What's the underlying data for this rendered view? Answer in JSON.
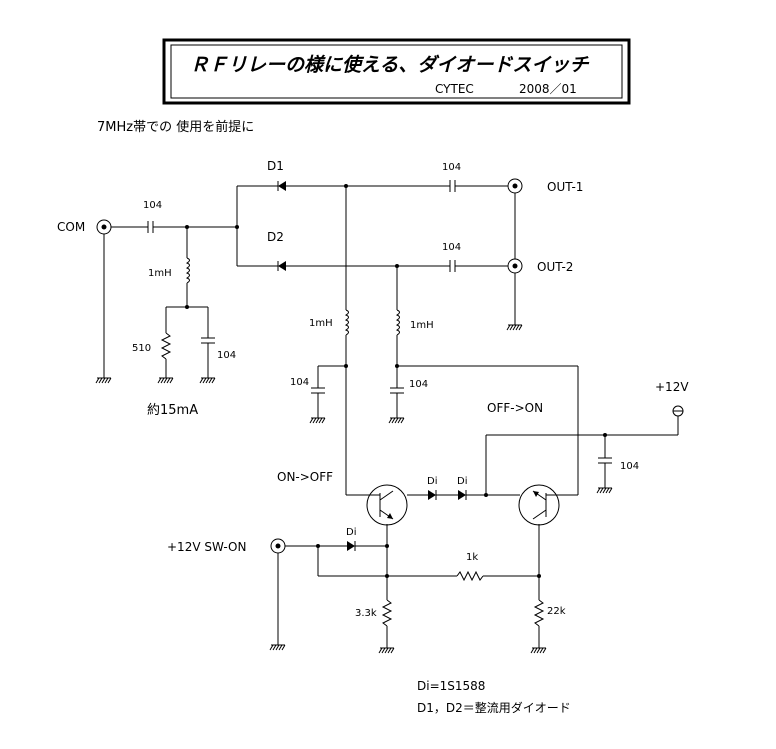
{
  "title": {
    "main": "ＲＦリレーの様に使える、ダイオードスイッチ",
    "author": "CYTEC",
    "date": "2008／01"
  },
  "note_top": "7MHz帯での 使用を前提に",
  "ports": {
    "com": "COM",
    "out1": "OUT-1",
    "out2": "OUT-2",
    "supply": "+12V",
    "sw_on": "+12V SW-ON"
  },
  "labels": {
    "d1": "D1",
    "d2": "D2",
    "cap_com": "104",
    "cap_out1": "104",
    "cap_out2": "104",
    "ind_com": "1mH",
    "res_510": "510",
    "cap_bias": "104",
    "current": "約15mA",
    "ind_d1": "1mH",
    "ind_d2": "1mH",
    "cap_d1_bypass": "104",
    "cap_d2_bypass": "104",
    "cap_supply": "104",
    "off_on": "OFF->ON",
    "on_off": "ON->OFF",
    "di_a": "Di",
    "di_b": "Di",
    "di_c": "Di",
    "res_1k": "1k",
    "res_33k": "3.3k",
    "res_22k": "22k"
  },
  "notes": {
    "di": "Di=1S1588",
    "d12": "D1，D2＝整流用ダイオード"
  }
}
